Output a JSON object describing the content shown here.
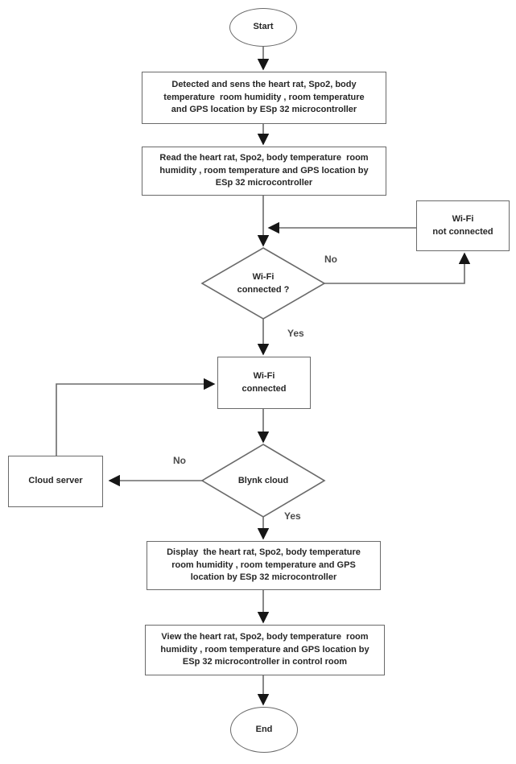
{
  "diagram_title": "ESP32 health monitoring flowchart",
  "colors": {
    "background": "#ffffff",
    "shape_border": "#6a6a6a",
    "connector_line": "#6a6a6a",
    "arrowhead": "#161616",
    "node_text": "#262626",
    "edge_label_text": "#4a4a4a"
  },
  "nodes": {
    "start": {
      "shape": "ellipse",
      "label": "Start"
    },
    "detect": {
      "shape": "rect",
      "label": "Detected and sens the heart rat, Spo2, body\ntemperature  room humidity , room temperature\nand GPS location by ESp 32 microcontroller"
    },
    "read": {
      "shape": "rect",
      "label": "Read the heart rat, Spo2, body temperature  room\nhumidity , room temperature and GPS location by\nESp 32 microcontroller"
    },
    "wifi_not_connected": {
      "shape": "rect",
      "label": "Wi-Fi\nnot connected"
    },
    "wifi_connected_q": {
      "shape": "diamond",
      "label": "Wi-Fi\nconnected ?"
    },
    "wifi_connected": {
      "shape": "rect",
      "label": "Wi-Fi\nconnected"
    },
    "blynk_cloud": {
      "shape": "diamond",
      "label": "Blynk cloud"
    },
    "cloud_server": {
      "shape": "rect",
      "label": "Cloud server"
    },
    "display": {
      "shape": "rect",
      "label": "Display  the heart rat, Spo2, body temperature\nroom humidity , room temperature and GPS\nlocation by ESp 32 microcontroller"
    },
    "view": {
      "shape": "rect",
      "label": "View the heart rat, Spo2, body temperature  room\nhumidity , room temperature and GPS location by\nESp 32 microcontroller in control room"
    },
    "end": {
      "shape": "ellipse",
      "label": "End"
    }
  },
  "edge_labels": {
    "wifi_no": "No",
    "wifi_yes": "Yes",
    "blynk_no": "No",
    "blynk_yes": "Yes"
  }
}
